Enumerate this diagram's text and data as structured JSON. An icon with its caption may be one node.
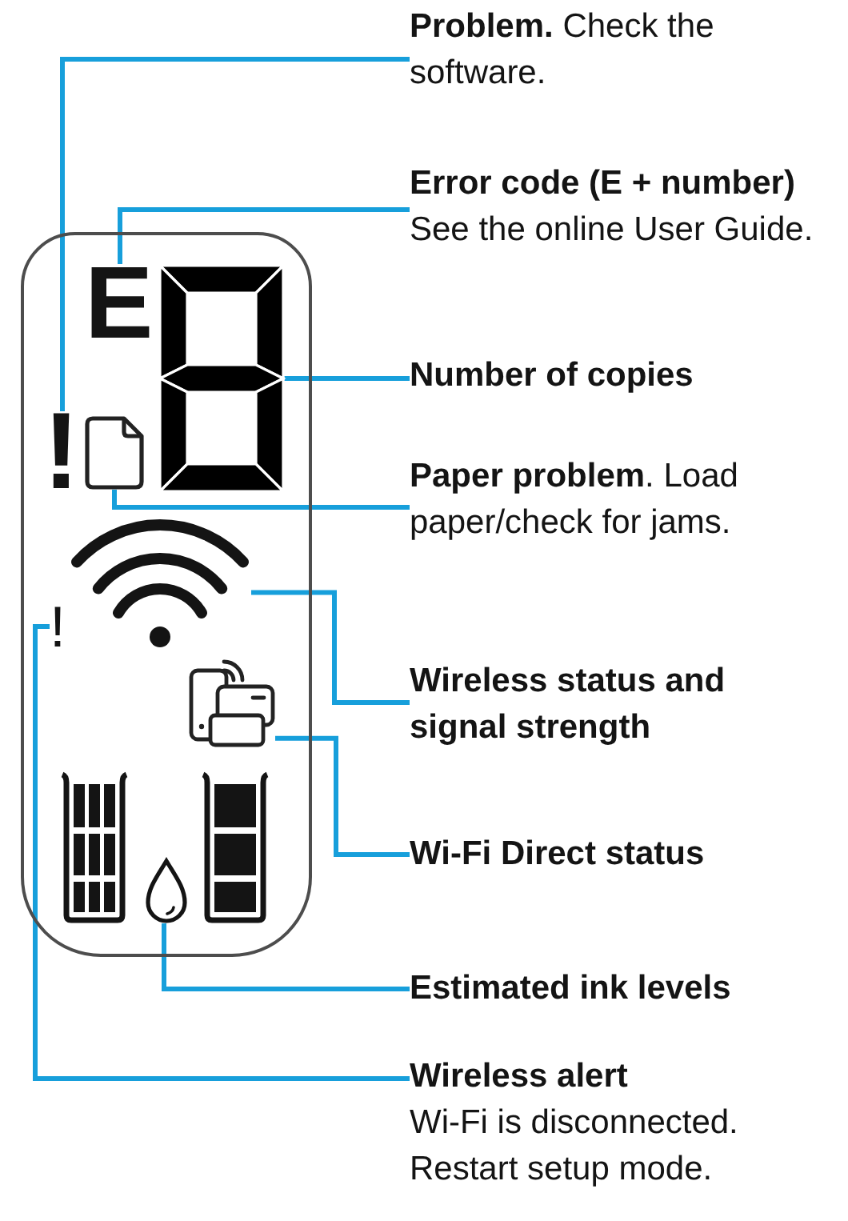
{
  "diagram": {
    "nodes": [
      {
        "text": [
          "**Problem.** Check the software."
        ]
      },
      {
        "text": [
          "Error code (E + number)",
          "See the online User Guide."
        ]
      },
      {
        "text": [
          "Number of copies"
        ]
      },
      {
        "text": [
          "**Paper problem**. Load paper/check for jams."
        ]
      },
      {
        "text": [
          "Wireless status and signal strength"
        ]
      },
      {
        "text": [
          "Wi-Fi Direct status"
        ]
      },
      {
        "text": [
          "Estimated ink levels"
        ]
      },
      {
        "text": [
          "Wireless alert",
          "Wi-Fi is disconnected. Restart setup mode."
        ]
      },
      {
        "text": [],
        "shape": "box"
      },
      {
        "text": [
          "!"
        ],
        "in": 8
      },
      {
        "text": [
          "E"
        ],
        "in": 8
      },
      {
        "text": [],
        "shape": "picture",
        "in": 8
      },
      {
        "text": [],
        "shape": "picture",
        "in": 8
      },
      {
        "text": [],
        "shape": "picture",
        "in": 8
      },
      {
        "text": [
          "!"
        ],
        "in": 8
      },
      {
        "text": [],
        "shape": "picture",
        "in": 8
      },
      {
        "text": [],
        "shape": "picture",
        "in": 8
      }
    ],
    "edges": [
      {
        "from": 0,
        "to": 9,
        "arrow": "none"
      },
      {
        "from": 1,
        "to": 10,
        "arrow": "none"
      },
      {
        "from": 2,
        "to": 11,
        "arrow": "none"
      },
      {
        "from": 3,
        "to": 12,
        "arrow": "none"
      },
      {
        "from": 4,
        "to": 13,
        "arrow": "none"
      },
      {
        "from": 5,
        "to": 15,
        "arrow": "none"
      },
      {
        "from": 6,
        "to": 16,
        "arrow": "none"
      },
      {
        "from": 7,
        "to": 14,
        "arrow": "none"
      }
    ]
  }
}
